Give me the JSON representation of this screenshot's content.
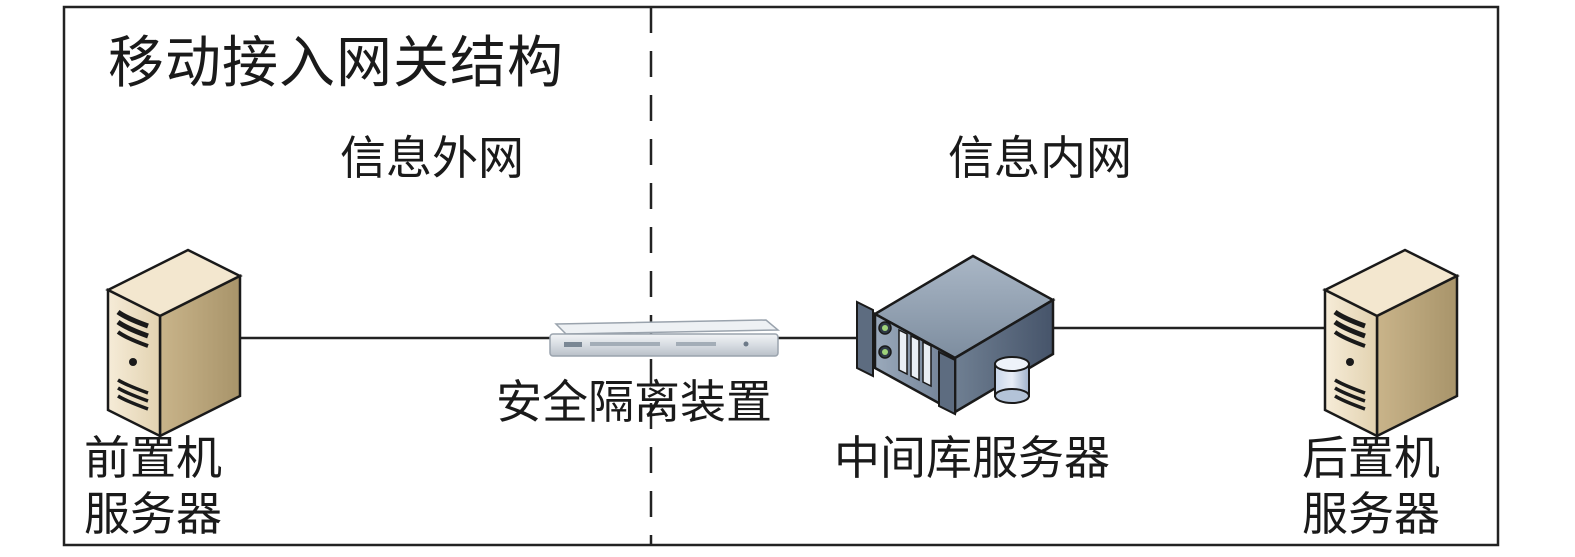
{
  "title": "移动接入网关结构",
  "zones": {
    "outer": "信息外网",
    "inner": "信息内网"
  },
  "nodes": {
    "front_server": {
      "line1": "前置机",
      "line2": "服务器"
    },
    "isolation_device": {
      "label": "安全隔离装置"
    },
    "middle_db_server": {
      "label": "中间库服务器"
    },
    "back_server": {
      "line1": "后置机",
      "line2": "服务器"
    }
  },
  "icons": {
    "front_server": "tower-server-icon",
    "isolation_device": "rack-appliance-icon",
    "middle_db_server": "database-server-icon",
    "back_server": "tower-server-icon"
  }
}
